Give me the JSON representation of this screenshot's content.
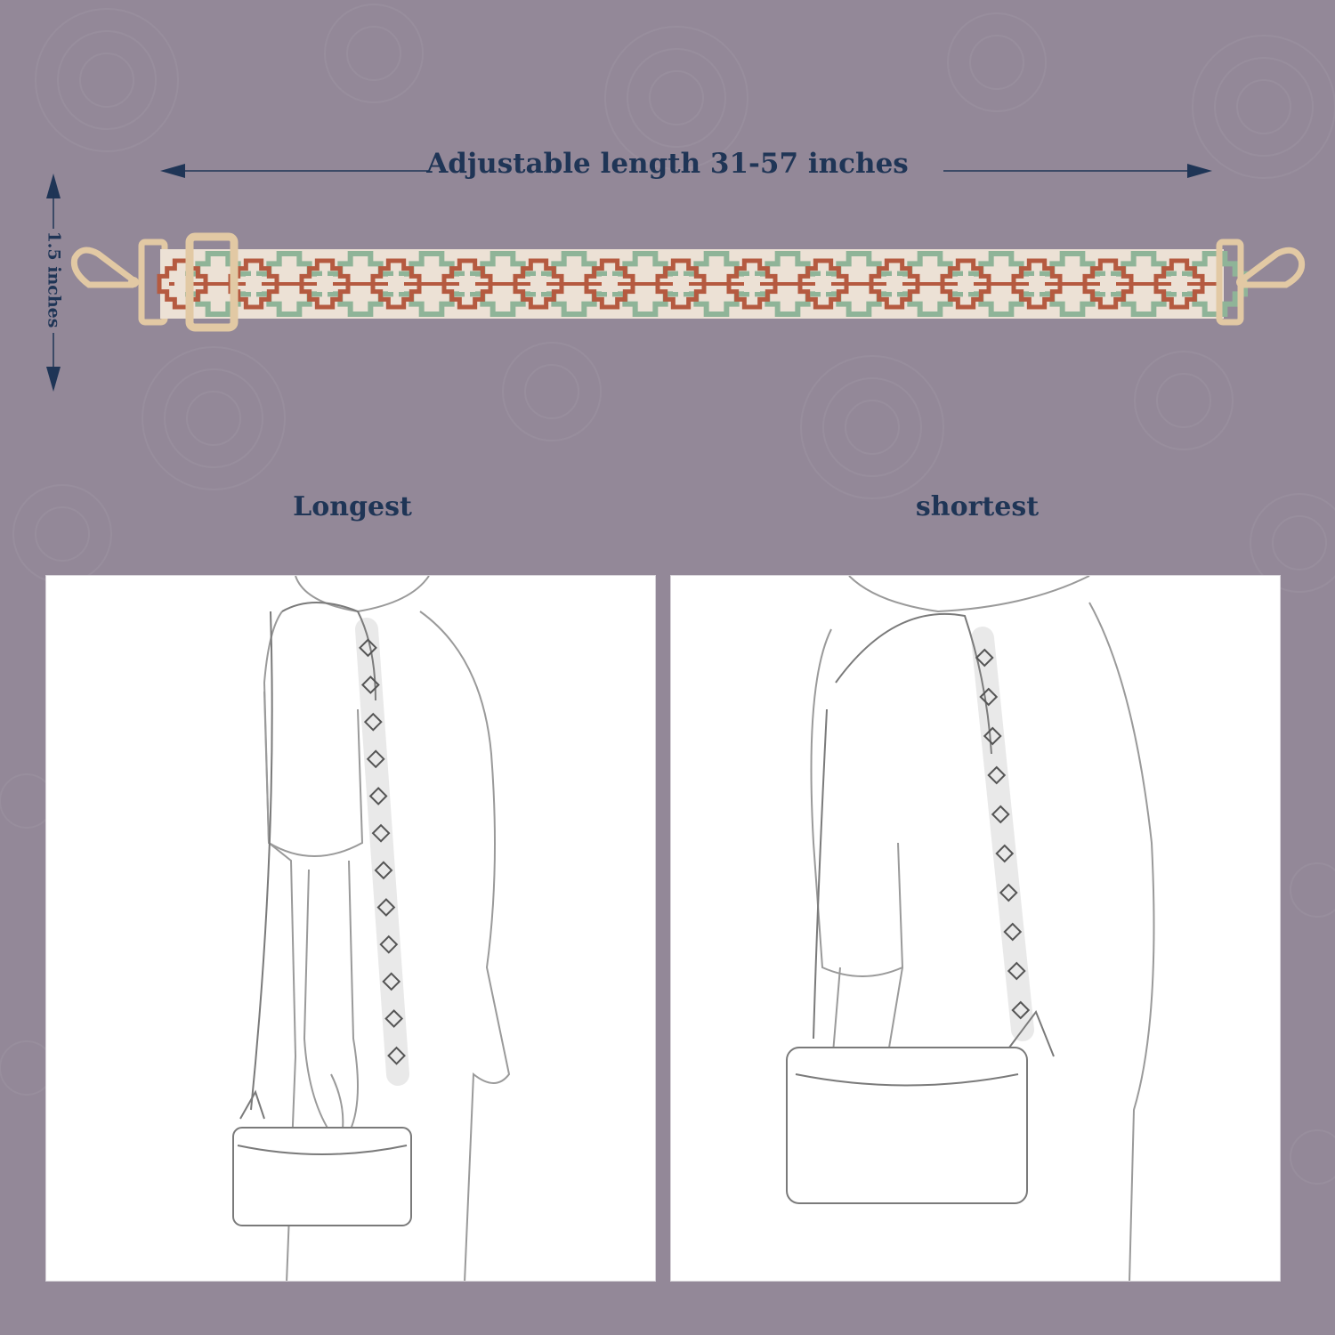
{
  "dimension_length": {
    "label": "Adjustable length 31-57 inches"
  },
  "dimension_width": {
    "label": "1.5 inches"
  },
  "strap": {
    "webbing_color": "#ece1d5",
    "motif_red": "#b55a40",
    "motif_green": "#8fb498",
    "hardware_color": "#e2c9a4"
  },
  "panels": [
    {
      "label": "Longest"
    },
    {
      "label": "shortest"
    }
  ],
  "colors": {
    "background": "#938898",
    "text": "#1f3556"
  }
}
